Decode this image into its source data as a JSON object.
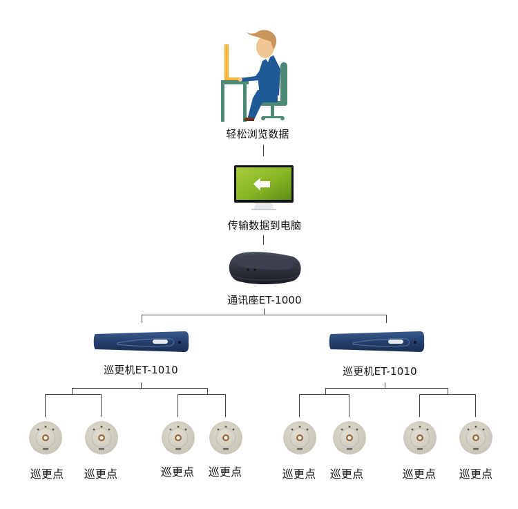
{
  "diagram": {
    "type": "hierarchy",
    "nodes": {
      "user": {
        "label": "轻松浏览数据",
        "icon": "person-at-computer-icon"
      },
      "computer": {
        "label": "传输数据到电脑",
        "icon": "monitor-arrow-icon"
      },
      "base": {
        "label": "通讯座ET-1000",
        "icon": "communication-dock-icon"
      },
      "readers": [
        {
          "label": "巡更机ET-1010",
          "icon": "patrol-reader-icon"
        },
        {
          "label": "巡更机ET-1010",
          "icon": "patrol-reader-icon"
        }
      ],
      "checkpoints": [
        {
          "label": "巡更点",
          "icon": "checkpoint-button-icon",
          "parent": 0
        },
        {
          "label": "巡更点",
          "icon": "checkpoint-button-icon",
          "parent": 0
        },
        {
          "label": "巡更点",
          "icon": "checkpoint-button-icon",
          "parent": 0
        },
        {
          "label": "巡更点",
          "icon": "checkpoint-button-icon",
          "parent": 0
        },
        {
          "label": "巡更点",
          "icon": "checkpoint-button-icon",
          "parent": 1
        },
        {
          "label": "巡更点",
          "icon": "checkpoint-button-icon",
          "parent": 1
        },
        {
          "label": "巡更点",
          "icon": "checkpoint-button-icon",
          "parent": 1
        },
        {
          "label": "巡更点",
          "icon": "checkpoint-button-icon",
          "parent": 1
        }
      ]
    },
    "colors": {
      "connector": "#4a4540",
      "suit": "#1f5a96",
      "desk": "#4d8a76",
      "monitor_screen": "#8fbf2a",
      "reader_body": "#24406e",
      "dock_body": "#2b2f3a",
      "checkpoint_disc": "#d6d2c4"
    }
  }
}
